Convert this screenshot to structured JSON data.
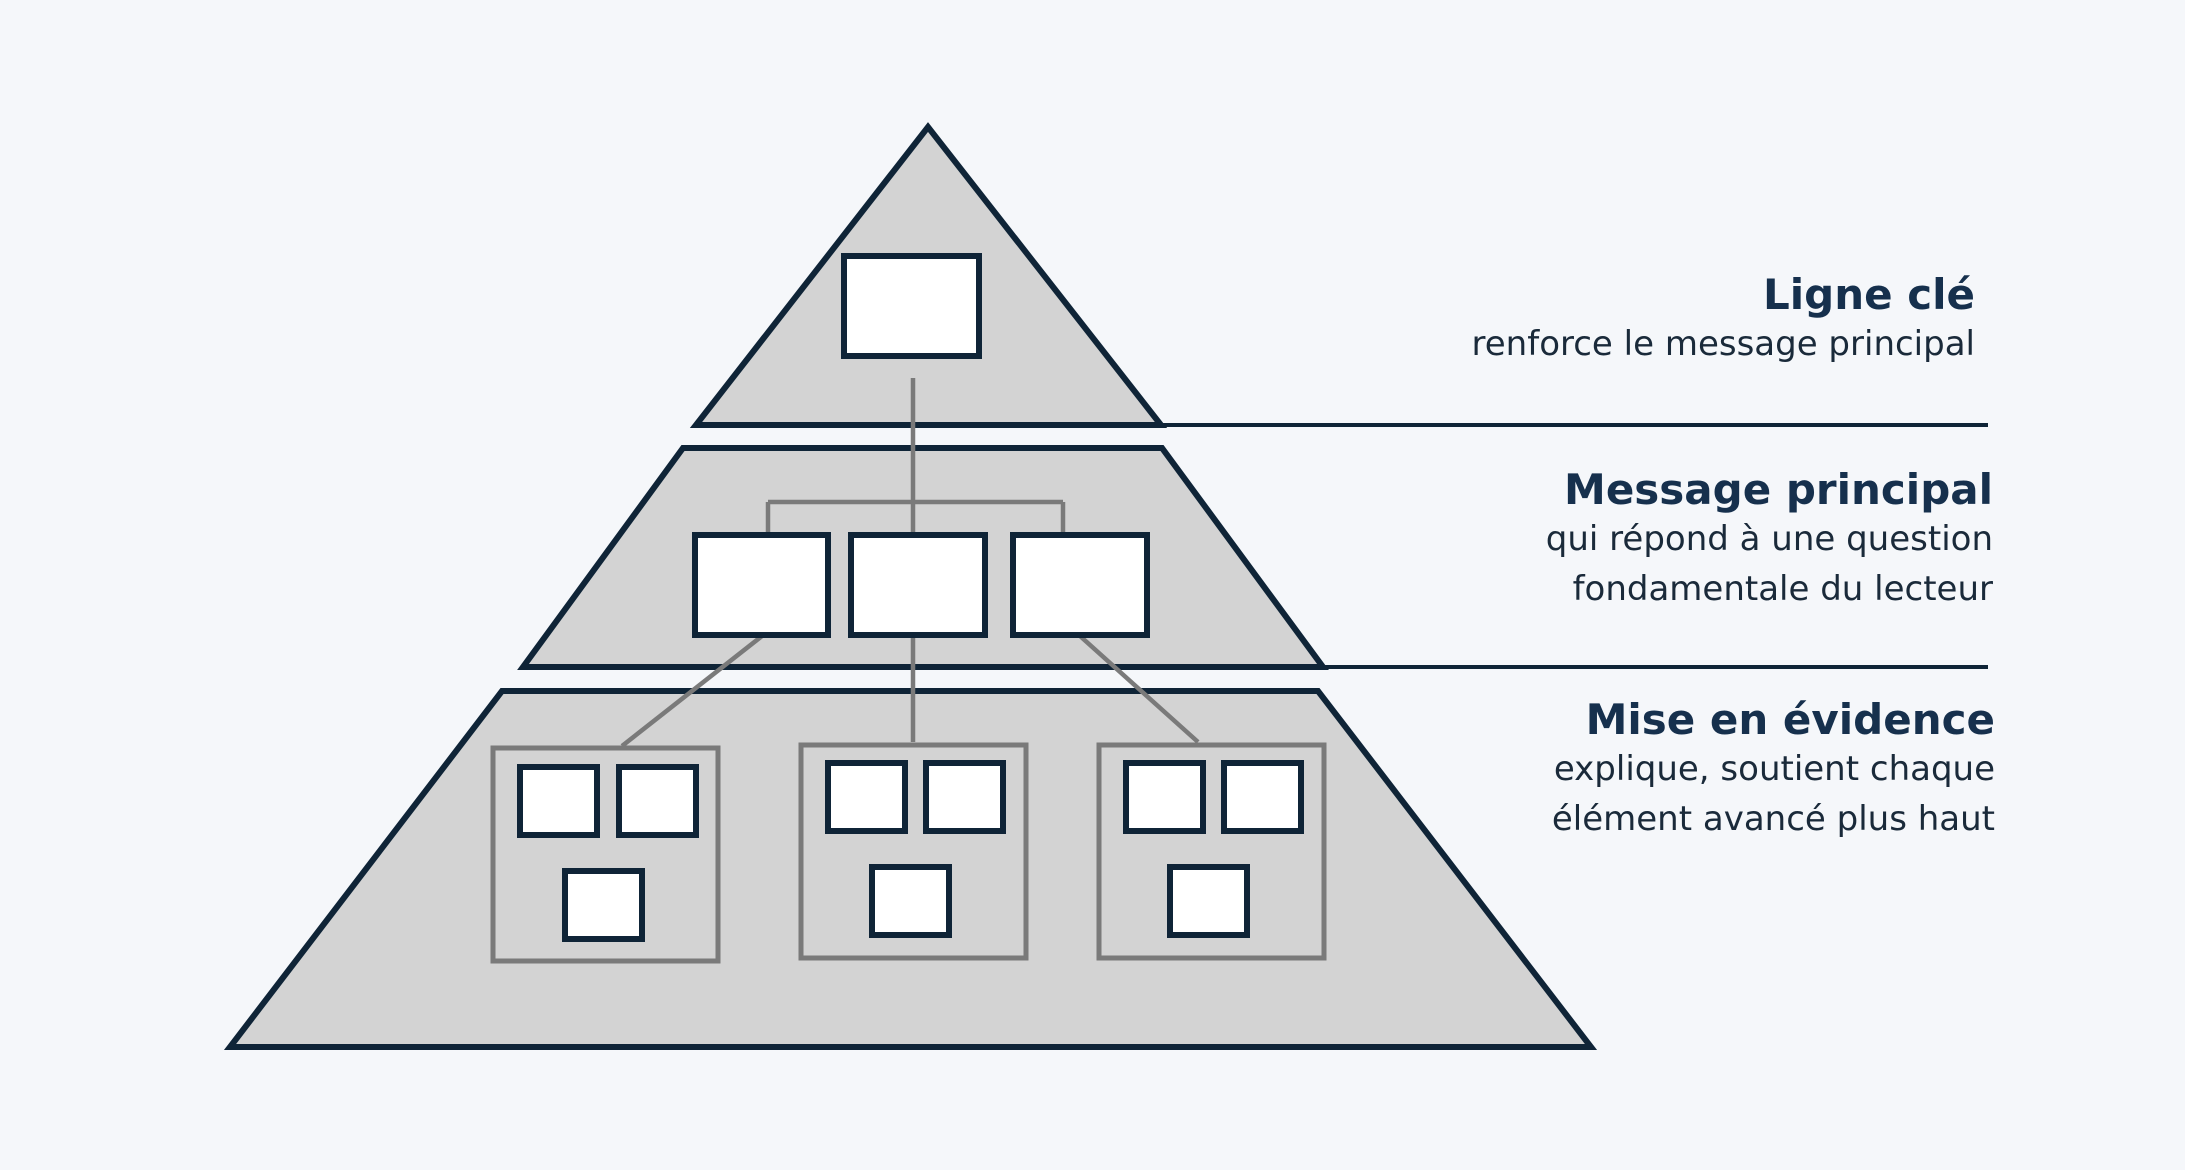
{
  "diagram": {
    "title": "Pyramide de communication",
    "colors": {
      "background": "#f5f7fa",
      "tier_fill": "#d3d3d3",
      "outline": "#0f2437",
      "connector": "#7a7a7a",
      "box_fill": "#ffffff",
      "title_text": "#16304d",
      "body_text": "#1a2a3a"
    },
    "tiers": [
      {
        "title": "Ligne clé",
        "description_lines": [
          "renforce le message principal"
        ]
      },
      {
        "title": "Message principal",
        "description_lines": [
          "qui répond à une question",
          "fondamentale du lecteur"
        ]
      },
      {
        "title": "Mise en évidence",
        "description_lines": [
          "explique, soutient chaque",
          "élément avancé plus haut"
        ]
      }
    ]
  }
}
